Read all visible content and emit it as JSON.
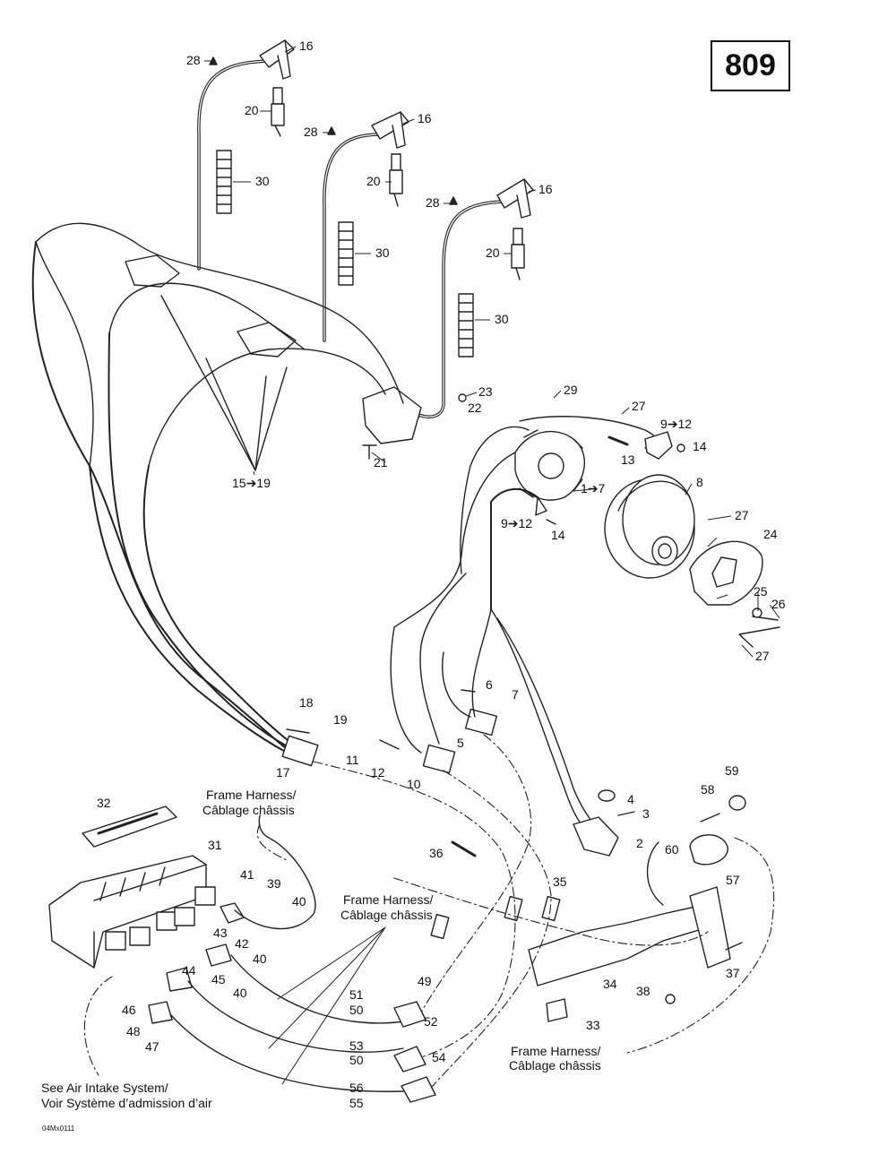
{
  "page_number": "809",
  "drawing_code": "04Mx0111",
  "callouts": [
    {
      "id": "c28a",
      "text": "28"
    },
    {
      "id": "c16a",
      "text": "16"
    },
    {
      "id": "c20a",
      "text": "20"
    },
    {
      "id": "c30a",
      "text": "30"
    },
    {
      "id": "c28b",
      "text": "28"
    },
    {
      "id": "c16b",
      "text": "16"
    },
    {
      "id": "c20b",
      "text": "20"
    },
    {
      "id": "c30b",
      "text": "30"
    },
    {
      "id": "c28c",
      "text": "28"
    },
    {
      "id": "c16c",
      "text": "16"
    },
    {
      "id": "c20c",
      "text": "20"
    },
    {
      "id": "c30c",
      "text": "30"
    },
    {
      "id": "c23",
      "text": "23"
    },
    {
      "id": "c22",
      "text": "22"
    },
    {
      "id": "c21",
      "text": "21"
    },
    {
      "id": "c1519",
      "text": "15➔19"
    },
    {
      "id": "c29",
      "text": "29"
    },
    {
      "id": "c27a",
      "text": "27"
    },
    {
      "id": "c912a",
      "text": "9➔12"
    },
    {
      "id": "c14a",
      "text": "14"
    },
    {
      "id": "c13",
      "text": "13"
    },
    {
      "id": "c8",
      "text": "8"
    },
    {
      "id": "c17x",
      "text": "1➔7"
    },
    {
      "id": "c27b",
      "text": "27"
    },
    {
      "id": "c912b",
      "text": "9➔12"
    },
    {
      "id": "c14b",
      "text": "14"
    },
    {
      "id": "c24",
      "text": "24"
    },
    {
      "id": "c25",
      "text": "25"
    },
    {
      "id": "c26",
      "text": "26"
    },
    {
      "id": "c27c",
      "text": "27"
    },
    {
      "id": "c6",
      "text": "6"
    },
    {
      "id": "c7",
      "text": "7"
    },
    {
      "id": "c5",
      "text": "5"
    },
    {
      "id": "c18",
      "text": "18"
    },
    {
      "id": "c19",
      "text": "19"
    },
    {
      "id": "c11",
      "text": "11"
    },
    {
      "id": "c12",
      "text": "12"
    },
    {
      "id": "c17",
      "text": "17"
    },
    {
      "id": "c10",
      "text": "10"
    },
    {
      "id": "c4",
      "text": "4"
    },
    {
      "id": "c3",
      "text": "3"
    },
    {
      "id": "c2",
      "text": "2"
    },
    {
      "id": "c59",
      "text": "59"
    },
    {
      "id": "c58",
      "text": "58"
    },
    {
      "id": "c60",
      "text": "60"
    },
    {
      "id": "c57",
      "text": "57"
    },
    {
      "id": "c32",
      "text": "32"
    },
    {
      "id": "c31",
      "text": "31"
    },
    {
      "id": "c36",
      "text": "36"
    },
    {
      "id": "c35",
      "text": "35"
    },
    {
      "id": "c41",
      "text": "41"
    },
    {
      "id": "c39",
      "text": "39"
    },
    {
      "id": "c40a",
      "text": "40"
    },
    {
      "id": "c43",
      "text": "43"
    },
    {
      "id": "c42",
      "text": "42"
    },
    {
      "id": "c40b",
      "text": "40"
    },
    {
      "id": "c44",
      "text": "44"
    },
    {
      "id": "c45",
      "text": "45"
    },
    {
      "id": "c40c",
      "text": "40"
    },
    {
      "id": "c46",
      "text": "46"
    },
    {
      "id": "c48",
      "text": "48"
    },
    {
      "id": "c47",
      "text": "47"
    },
    {
      "id": "c49",
      "text": "49"
    },
    {
      "id": "c51",
      "text": "51"
    },
    {
      "id": "c50a",
      "text": "50"
    },
    {
      "id": "c52",
      "text": "52"
    },
    {
      "id": "c53",
      "text": "53"
    },
    {
      "id": "c50b",
      "text": "50"
    },
    {
      "id": "c54",
      "text": "54"
    },
    {
      "id": "c56",
      "text": "56"
    },
    {
      "id": "c55",
      "text": "55"
    },
    {
      "id": "c34",
      "text": "34"
    },
    {
      "id": "c37",
      "text": "37"
    },
    {
      "id": "c38",
      "text": "38"
    },
    {
      "id": "c33",
      "text": "33"
    }
  ],
  "notes": {
    "frame_harness_1": [
      "Frame Harness/",
      "Câblage châssis"
    ],
    "frame_harness_2": [
      "Frame Harness/",
      "Câblage châssis"
    ],
    "frame_harness_3": [
      "Frame Harness/",
      "Câblage châssis"
    ],
    "air_intake": [
      "See Air Intake System/",
      "Voir Système d’admission d’air"
    ]
  }
}
